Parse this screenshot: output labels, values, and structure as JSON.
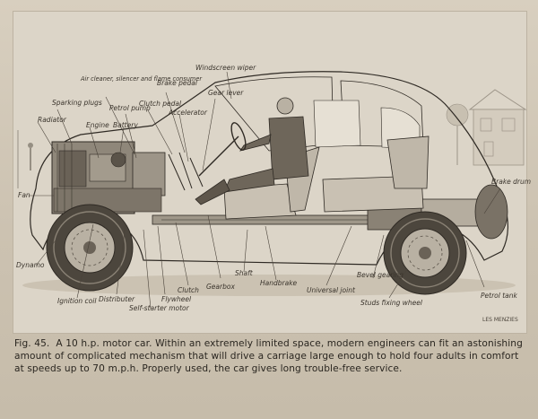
{
  "labels": {
    "windscreen_wiper": "Windscreen wiper",
    "air_cleaner": "Air cleaner, silencer and flame consumer",
    "brake_pedal": "Brake pedal",
    "gear_lever": "Gear lever",
    "sparking_plugs": "Sparking plugs",
    "petrol_pump": "Petrol pump",
    "clutch_pedal": "Clutch pedal",
    "accelerator": "Accelerator",
    "radiator": "Radiator",
    "engine": "Engine",
    "battery": "Battery",
    "brake_drum": "Brake drum",
    "fan": "Fan",
    "dynamo": "Dynamo",
    "shaft": "Shaft",
    "handbrake": "Handbrake",
    "bevel_gearing": "Bevel gearing",
    "petrol_tank": "Petrol tank",
    "gearbox": "Gearbox",
    "clutch": "Clutch",
    "universal_joint": "Universal joint",
    "studs_fixing_wheel": "Studs fixing wheel",
    "flywheel": "Flywheel",
    "distributor": "Distributer",
    "ignition_coil": "Ignition coil",
    "self_starter_motor": "Self-starter motor"
  },
  "signature": "LES MENZIES",
  "caption": {
    "fig": "Fig. 45.",
    "text": "A 10 h.p. motor car.  Within an extremely limited space, modern engineers can fit an astonishing amount of complicated mechanism that will drive a carriage large enough to hold four adults in comfort at speeds up to 70 m.p.h.  Properly used, the car gives long trouble-free service."
  }
}
